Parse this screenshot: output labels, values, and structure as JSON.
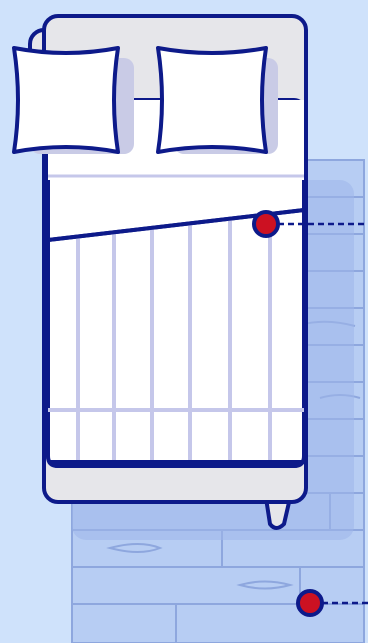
{
  "scene": {
    "subject": "bed-on-wooden-floor-illustration",
    "colors": {
      "background": "#cfe2fb",
      "outline": "#0d1a8a",
      "floor_fill": "#b7cdf3",
      "floor_line": "#8ea7de",
      "bed_frame": "#e6e6ea",
      "sheet": "#ffffff",
      "shadow": "#c9cbe6",
      "stripe": "#c5c7ea",
      "marker_fill": "#cc1122",
      "leader_line": "#0d1a8a"
    },
    "markers": [
      {
        "id": "sheet-marker",
        "label": ""
      },
      {
        "id": "floor-marker",
        "label": ""
      }
    ]
  }
}
